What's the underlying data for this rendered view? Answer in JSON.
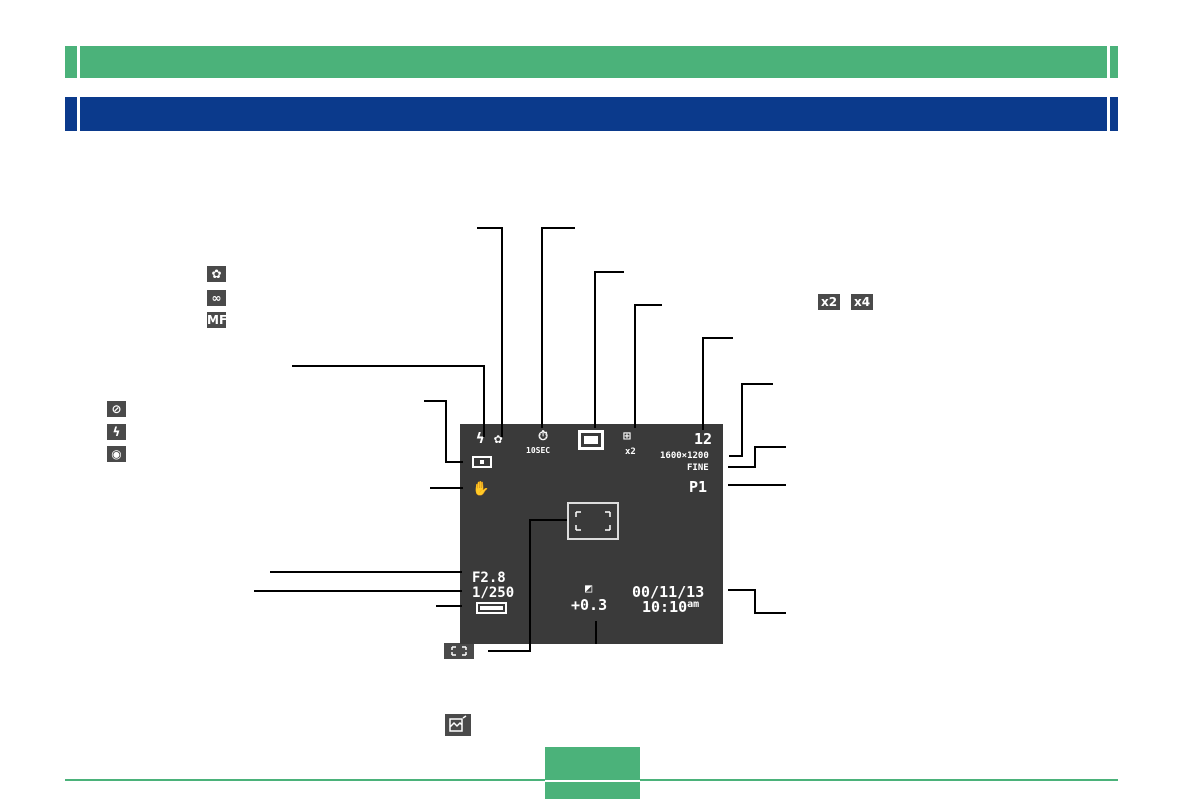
{
  "header": {
    "green_bar_color": "#4bb27a",
    "blue_bar_color": "#0b3a8c"
  },
  "focus_icons": [
    "macro-icon",
    "infinity-icon",
    "manual-focus-icon"
  ],
  "focus_icon_labels": {
    "manual": "MF"
  },
  "flash_icons": [
    "flash-off-icon",
    "flash-on-icon",
    "red-eye-icon"
  ],
  "zoom_labels": [
    "x2",
    "x4"
  ],
  "lcd": {
    "self_timer": "10SEC",
    "digital_zoom": "x2",
    "shots_remaining": "12",
    "resolution": "1600×1200",
    "quality": "FINE",
    "program": "P1",
    "aperture": "F2.8",
    "shutter": "1/250",
    "exposure_comp": "+0.3",
    "date": "00/11/13",
    "time": "10:10",
    "ampm": "am"
  },
  "footer": {
    "accent_color": "#4bb27a"
  }
}
